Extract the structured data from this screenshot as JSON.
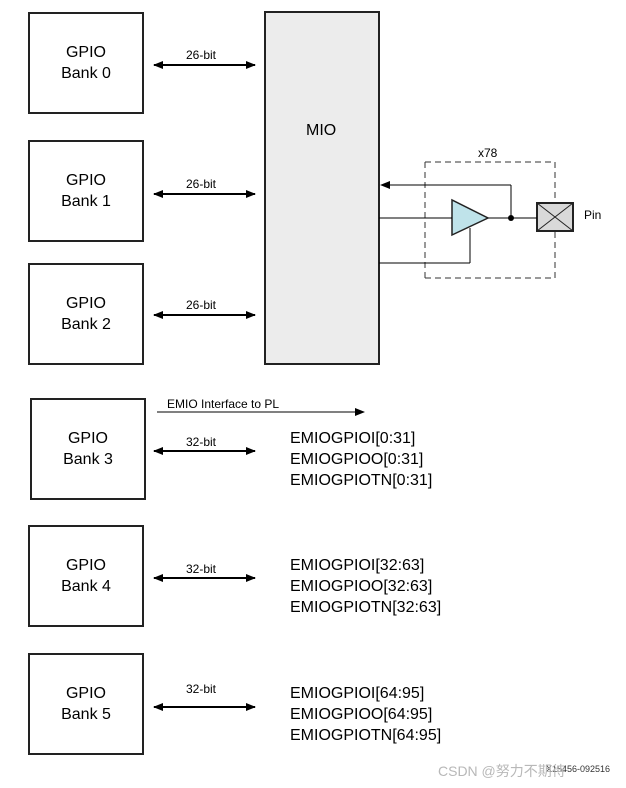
{
  "banks": [
    {
      "line1": "GPIO",
      "line2": "Bank 0",
      "width_label": "26-bit"
    },
    {
      "line1": "GPIO",
      "line2": "Bank 1",
      "width_label": "26-bit"
    },
    {
      "line1": "GPIO",
      "line2": "Bank 2",
      "width_label": "26-bit"
    },
    {
      "line1": "GPIO",
      "line2": "Bank 3",
      "width_label": "32-bit"
    },
    {
      "line1": "GPIO",
      "line2": "Bank 4",
      "width_label": "32-bit"
    },
    {
      "line1": "GPIO",
      "line2": "Bank 5",
      "width_label": "32-bit"
    }
  ],
  "mio": {
    "label": "MIO",
    "multiplier": "x78",
    "pin_label": "Pin"
  },
  "emio": {
    "interface_label": "EMIO Interface to PL",
    "groups": [
      [
        "EMIOGPIOI[0:31]",
        "EMIOGPIOO[0:31]",
        "EMIOGPIOTN[0:31]"
      ],
      [
        "EMIOGPIOI[32:63]",
        "EMIOGPIOO[32:63]",
        "EMIOGPIOTN[32:63]"
      ],
      [
        "EMIOGPIOI[64:95]",
        "EMIOGPIOO[64:95]",
        "EMIOGPIOTN[64:95]"
      ]
    ]
  },
  "figure_id": "X15456-092516",
  "watermark": "CSDN @努力不期待",
  "colors": {
    "mio_fill": "#ececec",
    "pin_fill": "#d9d9d9",
    "line": "#222222"
  }
}
